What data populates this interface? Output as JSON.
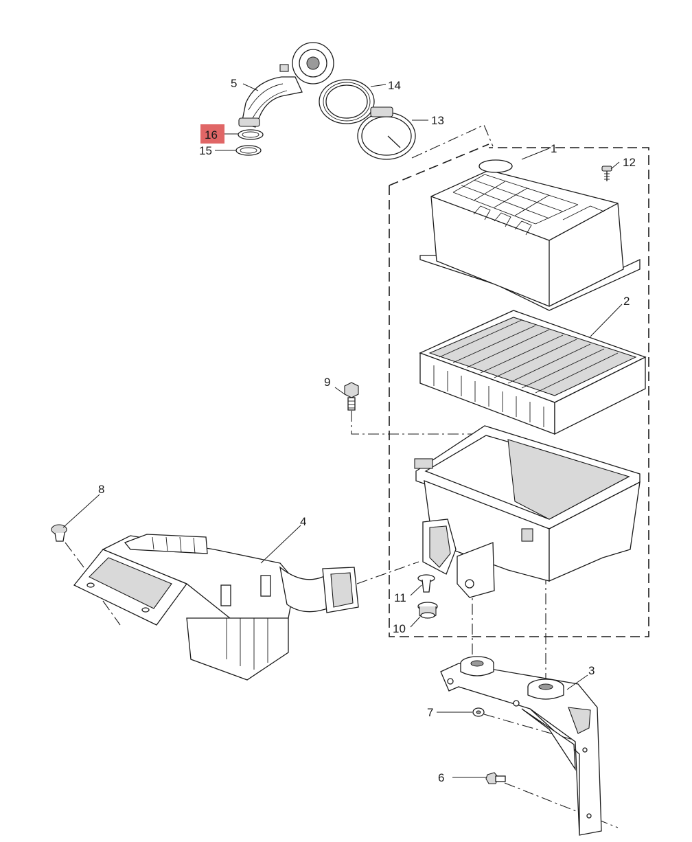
{
  "diagram": {
    "highlight_color": "#e06666",
    "callouts": {
      "c1": "1",
      "c2": "2",
      "c3": "3",
      "c4": "4",
      "c5": "5",
      "c6": "6",
      "c7": "7",
      "c8": "8",
      "c9": "9",
      "c10": "10",
      "c11": "11",
      "c12": "12",
      "c13": "13",
      "c14": "14",
      "c15": "15",
      "c16": "16"
    },
    "highlighted_callout": "16"
  }
}
